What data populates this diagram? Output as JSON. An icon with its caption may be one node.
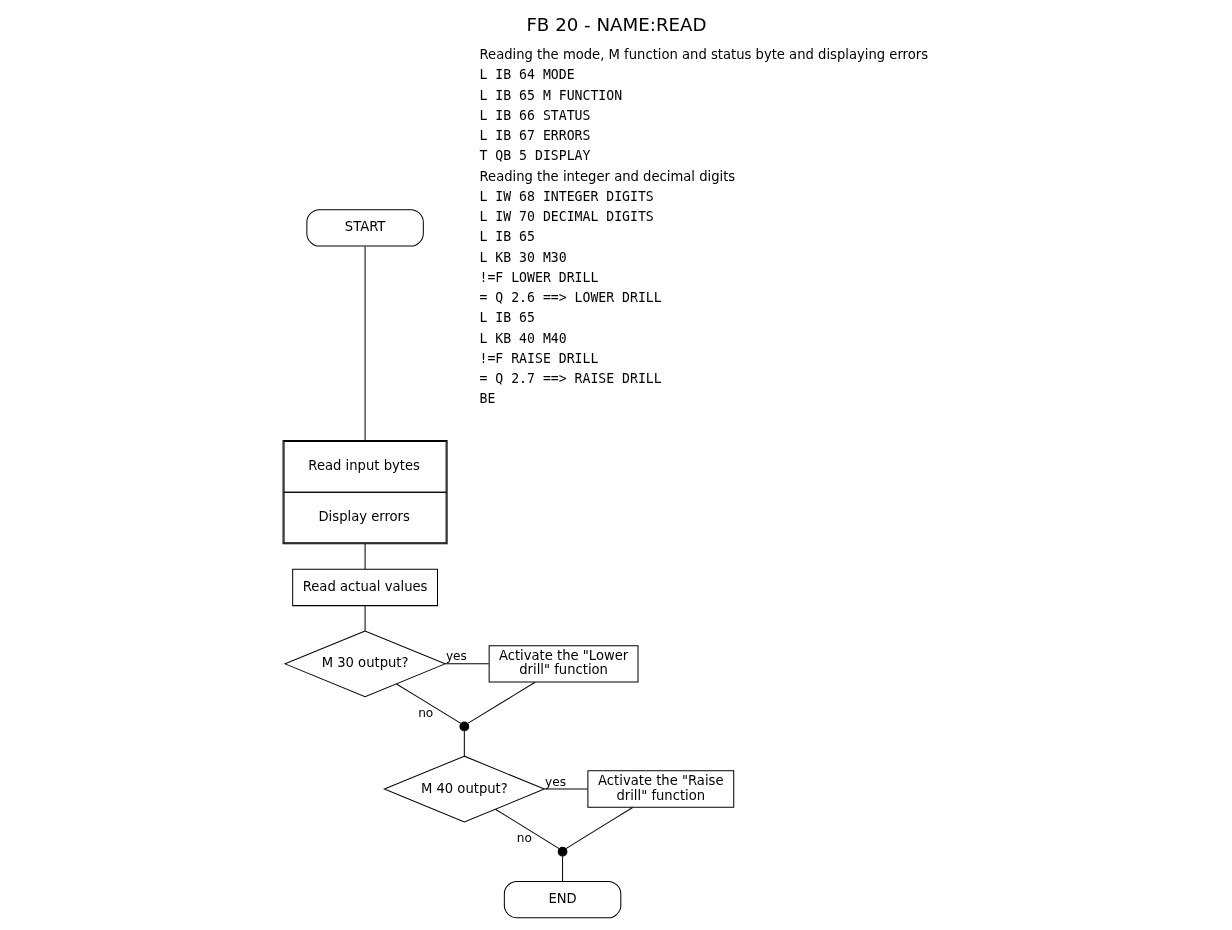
{
  "diagram": {
    "title": "FB 20 - NAME:READ",
    "nodes": [
      {
        "text": [
          "START"
        ]
      },
      {
        "text": [
          "Read input bytes",
          "Display errors"
        ]
      },
      {
        "text": [
          "Read actual values"
        ]
      },
      {
        "text": [
          "M 30 output?"
        ]
      },
      {
        "text": [
          "Activate the \"Lower drill\" function"
        ]
      },
      {
        "text": [],
        "shape": "circle"
      },
      {
        "text": [
          "M 40 output?"
        ]
      },
      {
        "text": [
          "Activate the \"Raise drill\" function"
        ]
      },
      {
        "text": [],
        "shape": "circle"
      },
      {
        "text": [
          "END"
        ]
      }
    ],
    "edges": [
      {
        "from": 0,
        "to": 1,
        "arrow": "none"
      },
      {
        "from": 1,
        "to": 2,
        "arrow": "none"
      },
      {
        "from": 2,
        "to": 3,
        "arrow": "none"
      },
      {
        "from": 3,
        "to": 4,
        "arrow": "none",
        "label": "yes"
      },
      {
        "from": 3,
        "to": 5,
        "arrow": "none",
        "label": "no"
      },
      {
        "from": 4,
        "to": 5,
        "arrow": "none"
      },
      {
        "from": 5,
        "to": 6,
        "arrow": "none"
      },
      {
        "from": 6,
        "to": 7,
        "arrow": "none",
        "label": "yes"
      },
      {
        "from": 6,
        "to": 8,
        "arrow": "none",
        "label": "no"
      },
      {
        "from": 7,
        "to": 8,
        "arrow": "none"
      },
      {
        "from": 8,
        "to": 9,
        "arrow": "none"
      }
    ],
    "labels": [
      "Reading the mode, M function and status byte and displaying errors",
      "L IB 64 MODE",
      "L IB 65 M FUNCTION",
      "L IB 66 STATUS",
      "L IB 67 ERRORS",
      "T QB 5 DISPLAY",
      "Reading the integer and decimal digits",
      "L IW 68 INTEGER DIGITS",
      "L IW 70 DECIMAL DIGITS",
      "L IB 65",
      "L KB 30 M30",
      "!=F LOWER DRILL",
      "= Q 2.6 ==> LOWER DRILL",
      "L IB 65",
      "L KB 40 M40",
      "!=F RAISE DRILL",
      "= Q 2.7 ==> RAISE DRILL",
      "BE"
    ]
  }
}
